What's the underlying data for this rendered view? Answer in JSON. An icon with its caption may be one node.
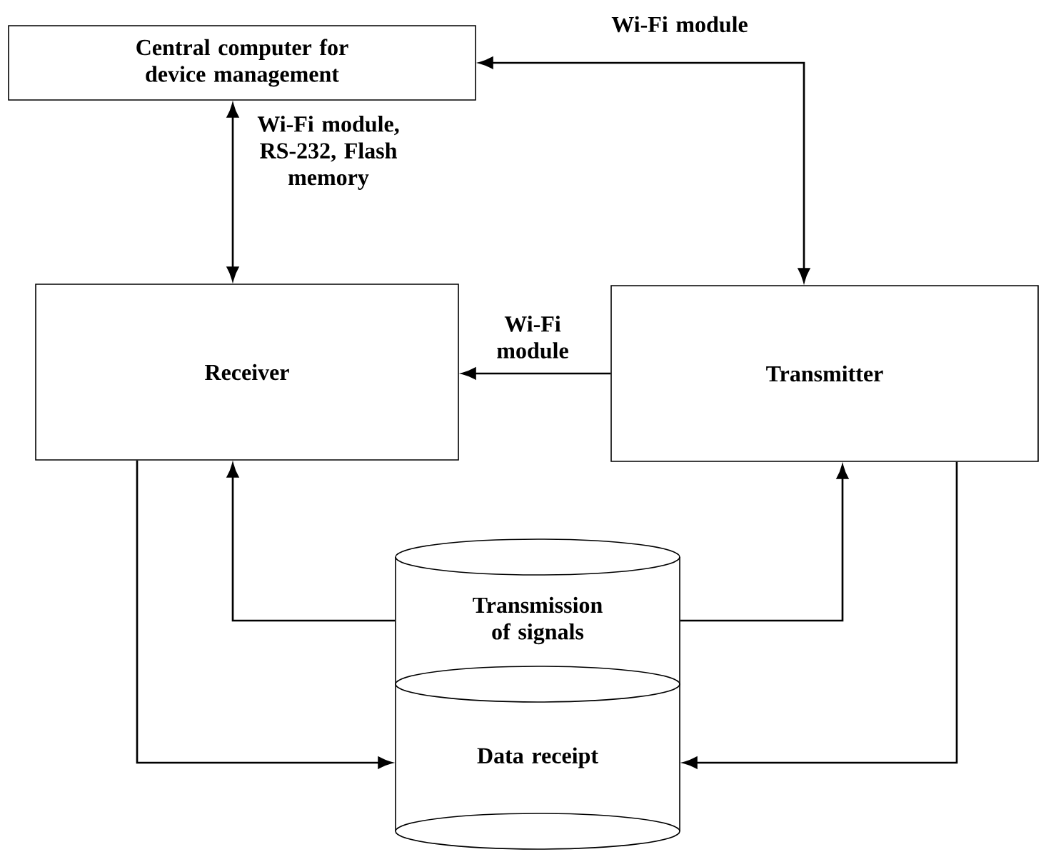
{
  "diagram": {
    "nodes": [
      {
        "text": [
          "Central computer for device management"
        ]
      },
      {
        "text": [
          "Receiver"
        ]
      },
      {
        "text": [
          "Transmitter"
        ]
      },
      {
        "text": [
          "Transmission of signals"
        ]
      },
      {
        "text": [
          "Data receipt"
        ]
      }
    ],
    "edges": [
      {
        "from": 0,
        "to": 1,
        "arrow": "both",
        "label": "Wi-Fi module, RS-232, Flash memory"
      },
      {
        "from": 2,
        "to": 0,
        "arrow": "both",
        "label": "Wi-Fi module"
      },
      {
        "from": 2,
        "to": 1,
        "arrow": "to",
        "label": "Wi-Fi module"
      },
      {
        "from": 3,
        "to": 1,
        "arrow": "to"
      },
      {
        "from": 3,
        "to": 2,
        "arrow": "to"
      },
      {
        "from": 1,
        "to": 4,
        "arrow": "to"
      },
      {
        "from": 2,
        "to": 4,
        "arrow": "to"
      }
    ]
  }
}
